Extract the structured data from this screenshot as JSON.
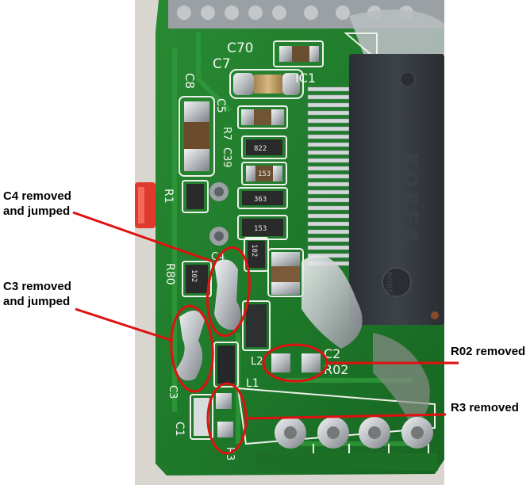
{
  "photo": {
    "silkscreen": {
      "c70": "C70",
      "c7": "C7",
      "c8": "C8",
      "c5": "C5",
      "ic1": "IC1",
      "r7": "R7",
      "c39": "C39",
      "r1": "R1",
      "r80": "R80",
      "c4": "C4",
      "c2": "C2",
      "l2": "L2",
      "r02": "R02",
      "l1": "L1",
      "c3": "C3",
      "c1": "C1",
      "r3": "R3"
    },
    "chip": {
      "line1": "KOREA",
      "line2": "KOREA"
    },
    "resistor_codes": {
      "a": "822",
      "b": "153",
      "c": "363",
      "d": "153",
      "e": "102",
      "f": "102"
    }
  },
  "annotations": {
    "c4": "C4 removed\nand jumped",
    "c3": "C3 removed\nand jumped",
    "r02": "R02 removed",
    "r3": "R3 removed"
  },
  "colors": {
    "board": "#1f7a2a",
    "annotation": "#e01010",
    "solder": "#c9cdd1",
    "chip": "#33373d"
  }
}
